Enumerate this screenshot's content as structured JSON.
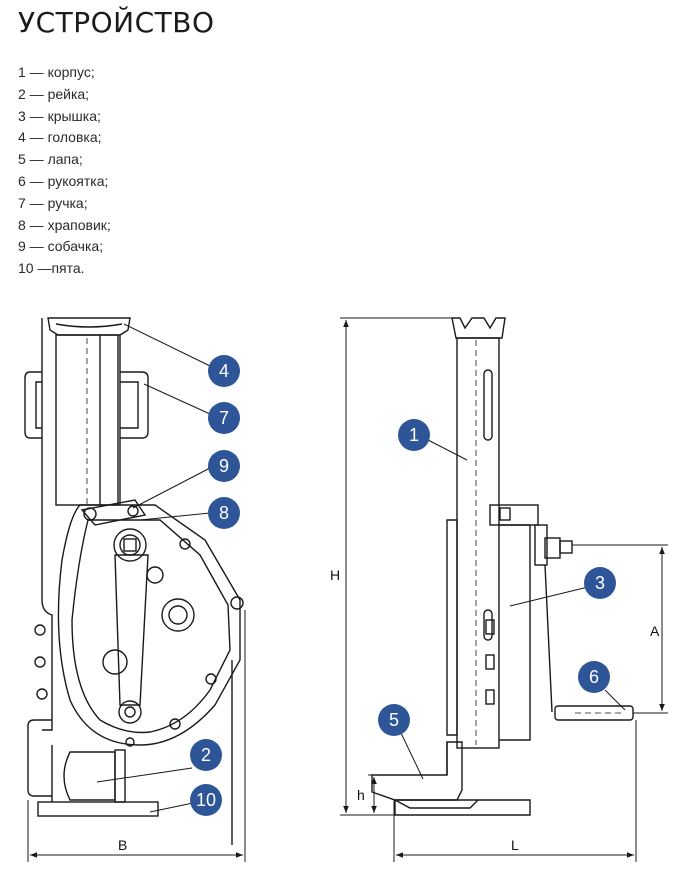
{
  "title": "УСТРОЙСТВО",
  "legend": [
    "1 — корпус;",
    "2 — рейка;",
    "3 — крышка;",
    "4 — головка;",
    "5 — лапа;",
    "6 — рукоятка;",
    "7 — ручка;",
    "8 — храповик;",
    "9 — собачка;",
    "10 —пята."
  ],
  "callouts": {
    "c1": "1",
    "c2": "2",
    "c3": "3",
    "c4": "4",
    "c5": "5",
    "c6": "6",
    "c7": "7",
    "c8": "8",
    "c9": "9",
    "c10": "10"
  },
  "dimensions": {
    "B": "B",
    "H": "H",
    "A": "A",
    "h": "h",
    "L": "L"
  },
  "colors": {
    "callout_fill": "#2e5597",
    "callout_text": "#ffffff",
    "line": "#1a1a1a"
  }
}
